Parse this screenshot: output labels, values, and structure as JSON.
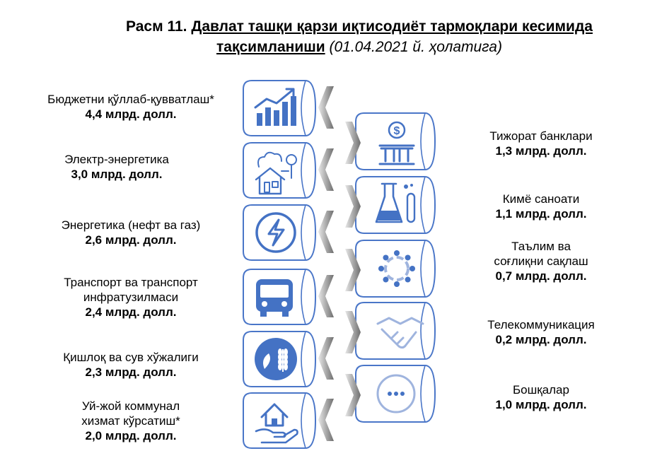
{
  "title": {
    "prefix": "Расм 11.",
    "line1": "Давлат ташқи қарзи иқтисодиёт тармоқлари кесимида",
    "line2": "тақсимланиши",
    "date": "(01.04.2021 й. ҳолатига)"
  },
  "left_items": [
    {
      "name_line1": "Бюджетни қўллаб-қувватлаш*",
      "name_line2": "",
      "value": "4,4 млрд. долл.",
      "icon": "growth-chart-icon"
    },
    {
      "name_line1": "Электр-энергетика",
      "name_line2": "",
      "value": "3,0 млрд. долл.",
      "icon": "smart-home-icon"
    },
    {
      "name_line1": "Энергетика (нефт ва газ)",
      "name_line2": "",
      "value": "2,6 млрд. долл.",
      "icon": "lightning-icon"
    },
    {
      "name_line1": "Транспорт ва транспорт",
      "name_line2": "инфратузилмаси",
      "value": "2,4 млрд. долл.",
      "icon": "bus-icon"
    },
    {
      "name_line1": "Қишлоқ ва сув хўжалиги",
      "name_line2": "",
      "value": "2,3 млрд. долл.",
      "icon": "agriculture-icon"
    },
    {
      "name_line1": "Уй-жой коммунал",
      "name_line2": "хизмат кўрсатиш*",
      "value": "2,0 млрд. долл.",
      "icon": "house-hand-icon"
    }
  ],
  "right_items": [
    {
      "name_line1": "Тижорат банклари",
      "name_line2": "",
      "value": "1,3 млрд. долл.",
      "icon": "bank-icon"
    },
    {
      "name_line1": "Кимё саноати",
      "name_line2": "",
      "value": "1,1 млрд. долл.",
      "icon": "flask-icon"
    },
    {
      "name_line1": "Таълим ва",
      "name_line2": "соғлиқни сақлаш",
      "value": "0,7 млрд. долл.",
      "icon": "cycle-icon"
    },
    {
      "name_line1": "Телекоммуникация",
      "name_line2": "",
      "value": "0,2 млрд. долл.",
      "icon": "handshake-icon"
    },
    {
      "name_line1": "Бошқалар",
      "name_line2": "",
      "value": "1,0 млрд. долл.",
      "icon": "chat-icon"
    }
  ],
  "colors": {
    "icon": "#4472c4",
    "frame": "#4a76c8",
    "arrow": "#7f7f7f"
  }
}
